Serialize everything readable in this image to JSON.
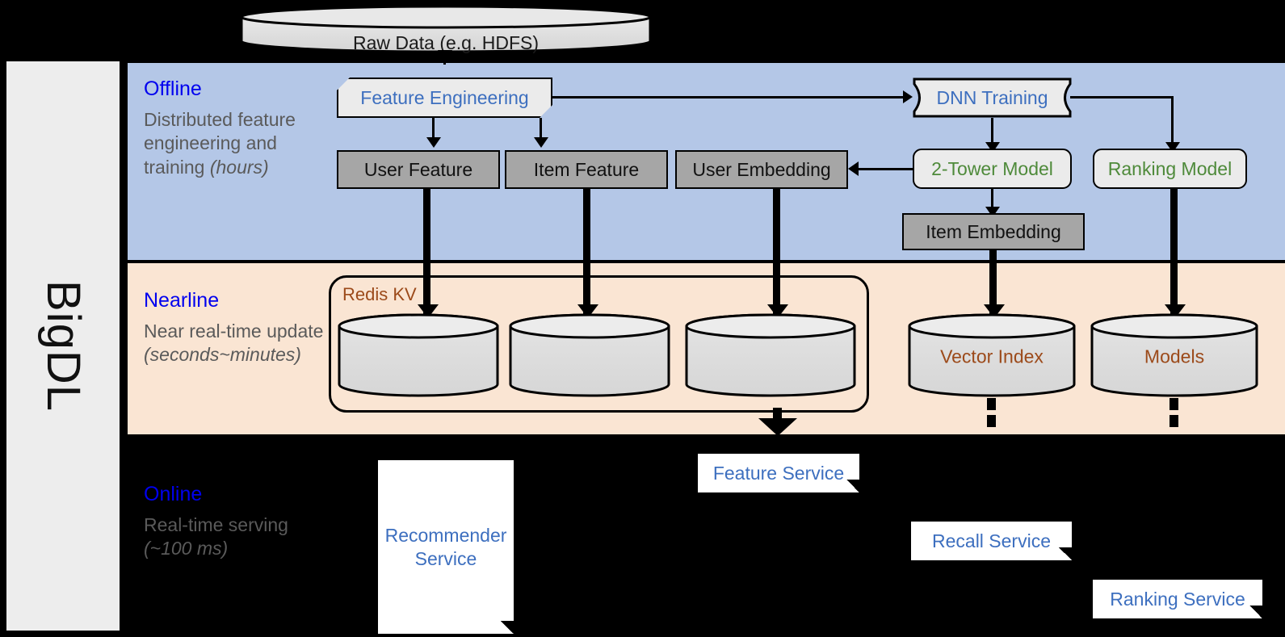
{
  "sidebar": {
    "brand": "BigDL"
  },
  "source": {
    "label": "Raw Data (e.g. HDFS)"
  },
  "bands": {
    "offline": {
      "title": "Offline",
      "desc": "Distributed feature engineering and training ",
      "desc_em": "(hours)"
    },
    "nearline": {
      "title": "Nearline",
      "desc": "Near real-time update ",
      "desc_em": "(seconds~minutes)"
    },
    "online": {
      "title": "Online",
      "desc": "Real-time serving ",
      "desc_em": "(~100 ms)"
    }
  },
  "offline_nodes": {
    "feature_engineering": "Feature Engineering",
    "dnn_training": "DNN Training",
    "user_feature": "User Feature",
    "item_feature": "Item Feature",
    "user_embedding": "User Embedding",
    "two_tower_model": "2-Tower Model",
    "ranking_model": "Ranking Model",
    "item_embedding": "Item Embedding"
  },
  "nearline_nodes": {
    "redis_kv": "Redis KV",
    "store_user_feature": "",
    "store_item_feature": "",
    "store_user_embedding": "",
    "vector_index": "Vector Index",
    "models": "Models"
  },
  "online_nodes": {
    "recommender_service": "Recommender Service",
    "feature_service": "Feature Service",
    "recall_service": "Recall Service",
    "ranking_service": "Ranking Service"
  },
  "colors": {
    "offline_band": "#b4c7e7",
    "nearline_band": "#fae5d3",
    "online_band": "#000000",
    "band_title": "#0000ef",
    "band_desc": "#5a5a5a",
    "blue_text": "#3d6fbf",
    "green_text": "#4e8a3a",
    "brown_text": "#9c4a1a",
    "grey_box": "#a6a6a6",
    "proc_box": "#ebebeb",
    "sidebar": "#ededed"
  }
}
